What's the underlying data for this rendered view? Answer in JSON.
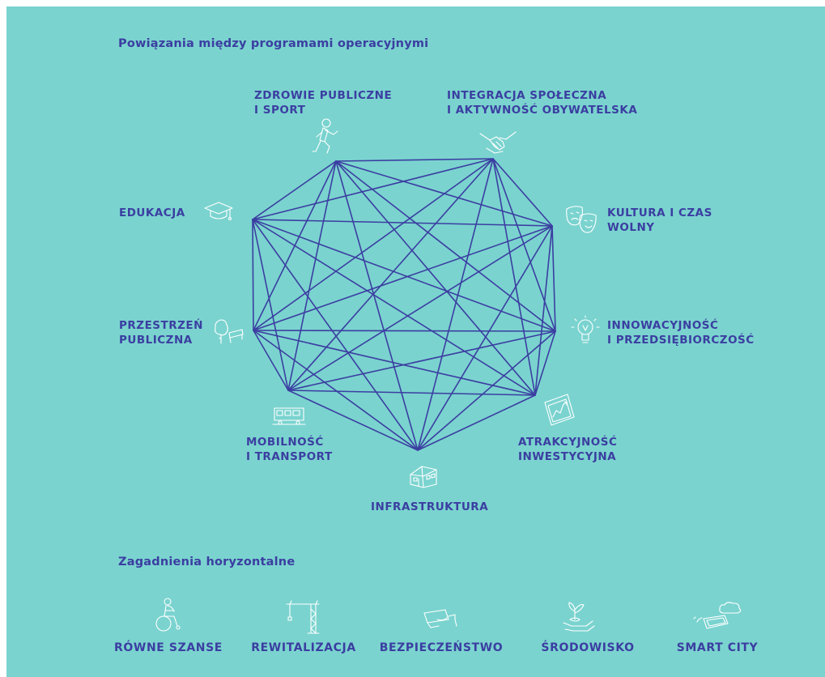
{
  "title": "Powiązania między programami operacyjnymi",
  "programs": [
    {
      "line1": "ZDROWIE PUBLICZNE",
      "line2": "I SPORT",
      "icon": "runner-icon"
    },
    {
      "line1": "INTEGRACJA SPOŁECZNA",
      "line2": "I AKTYWNOŚĆ OBYWATELSKA",
      "icon": "handshake-icon"
    },
    {
      "line1": "KULTURA I CZAS",
      "line2": "WOLNY",
      "icon": "theater-masks-icon"
    },
    {
      "line1": "INNOWACYJNOŚĆ",
      "line2": "I PRZEDSIĘBIORCZOŚĆ",
      "icon": "lightbulb-icon"
    },
    {
      "line1": "ATRAKCYJNOŚĆ",
      "line2": "INWESTYCYJNA",
      "icon": "growth-chart-icon"
    },
    {
      "line1": "INFRASTRUKTURA",
      "line2": "",
      "icon": "building-icon"
    },
    {
      "line1": "MOBILNOŚĆ",
      "line2": "I TRANSPORT",
      "icon": "tram-icon"
    },
    {
      "line1": "PRZESTRZEŃ",
      "line2": "PUBLICZNA",
      "icon": "tree-bench-icon"
    },
    {
      "line1": "EDUKACJA",
      "line2": "",
      "icon": "graduation-cap-icon"
    }
  ],
  "horizontal_title": "Zagadnienia horyzontalne",
  "horizontal": [
    {
      "label": "RÓWNE SZANSE",
      "icon": "wheelchair-icon"
    },
    {
      "label": "REWITALIZACJA",
      "icon": "crane-icon"
    },
    {
      "label": "BEZPIECZEŃSTWO",
      "icon": "security-camera-icon"
    },
    {
      "label": "ŚRODOWISKO",
      "icon": "sprout-hand-icon"
    },
    {
      "label": "SMART CITY",
      "icon": "smartphone-cloud-icon"
    }
  ],
  "colors": {
    "background": "#7ad3cf",
    "text": "#3b3ea1",
    "lines": "#3b3ea1",
    "icons": "#ffffff"
  }
}
